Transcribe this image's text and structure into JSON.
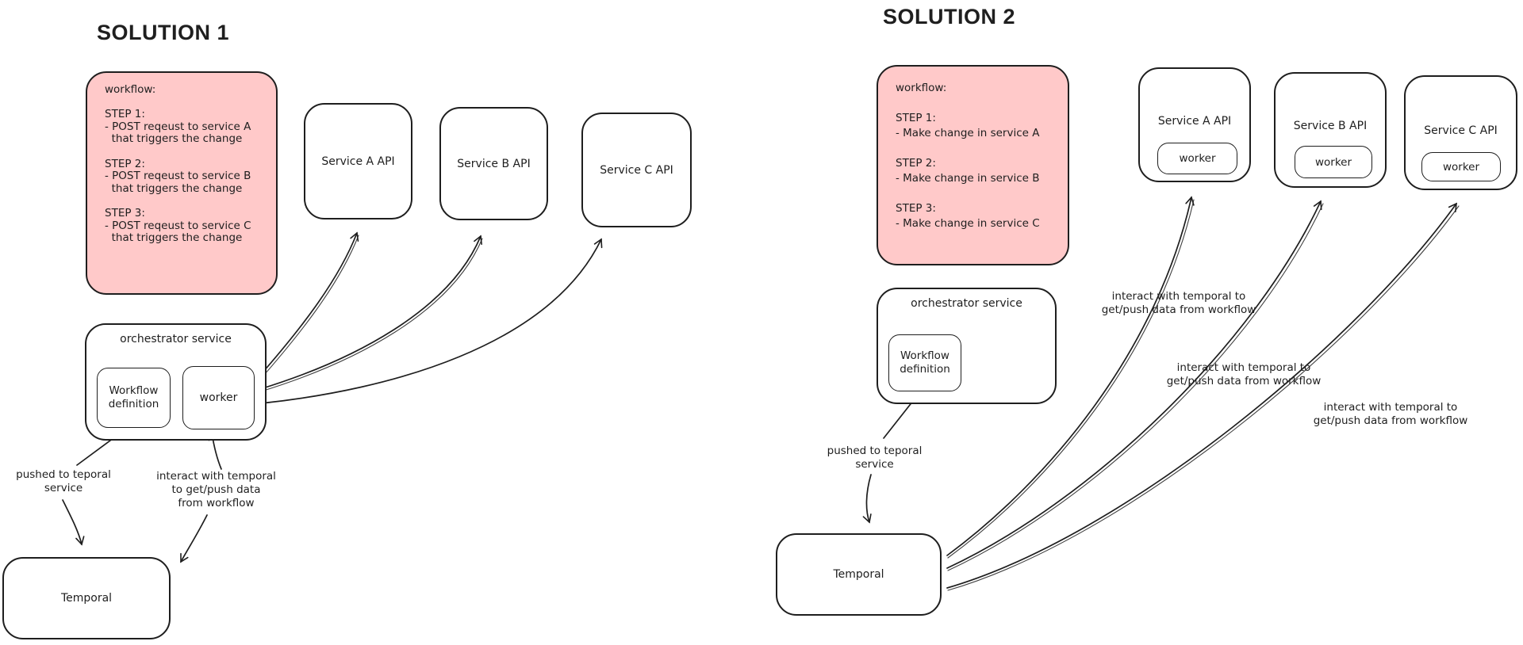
{
  "colors": {
    "stroke": "#1e1e1e",
    "note_fill": "#ffc9c9",
    "background": "#ffffff"
  },
  "solution1": {
    "title": "SOLUTION 1",
    "workflow_note": "workflow:\n\nSTEP 1:\n- POST reqeust to service A\n  that triggers the change\n\nSTEP 2:\n- POST reqeust to service B\n  that triggers the change\n\nSTEP 3:\n- POST reqeust to service C\n  that triggers the change",
    "services": [
      {
        "label": "Service A API"
      },
      {
        "label": "Service B API"
      },
      {
        "label": "Service C API"
      }
    ],
    "orchestrator": {
      "label": "orchestrator service",
      "workflow_definition": "Workflow\ndefinition",
      "worker": "worker"
    },
    "pushed_label": "pushed to teporal\nservice",
    "interact_label": "interact with temporal\nto get/push data\nfrom workflow",
    "temporal_label": "Temporal"
  },
  "solution2": {
    "title": "SOLUTION 2",
    "workflow_note": "workflow:\n\nSTEP 1:\n- Make change in service A\n\nSTEP 2:\n- Make change in service B\n\nSTEP 3:\n- Make change in service C",
    "services": [
      {
        "label": "Service A API",
        "worker": "worker"
      },
      {
        "label": "Service B API",
        "worker": "worker"
      },
      {
        "label": "Service C API",
        "worker": "worker"
      }
    ],
    "orchestrator": {
      "label": "orchestrator service",
      "workflow_definition": "Workflow\ndefinition"
    },
    "pushed_label": "pushed to teporal\nservice",
    "interact_labels": [
      "interact with temporal to\nget/push data from workflow",
      "interact with temporal to\nget/push data from workflow",
      "interact with temporal to\nget/push data from workflow"
    ],
    "temporal_label": "Temporal"
  }
}
